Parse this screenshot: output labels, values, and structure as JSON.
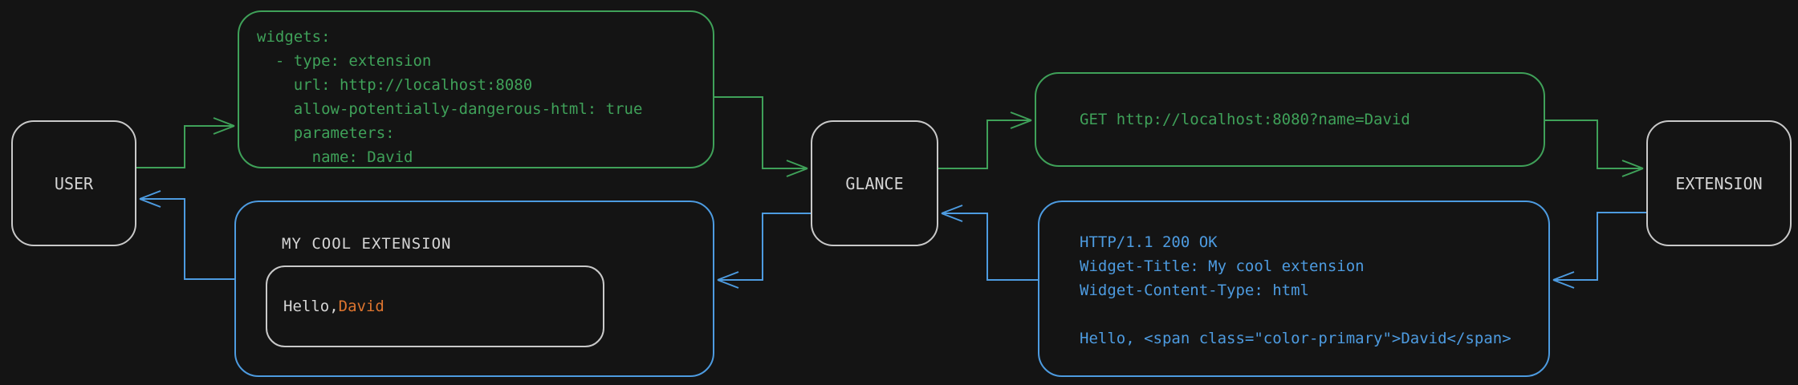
{
  "colors": {
    "background": "#141414",
    "green": "#3FA159",
    "blue": "#4D9BE0",
    "neutral": "#C9C9C9",
    "text": "#D5D5D5",
    "orange": "#DE752F"
  },
  "nodes": {
    "user": {
      "label": "USER"
    },
    "glance": {
      "label": "GLANCE"
    },
    "extension": {
      "label": "EXTENSION"
    }
  },
  "messages": {
    "config": {
      "text": "widgets:\n  - type: extension\n    url: http://localhost:8080\n    allow-potentially-dangerous-html: true\n    parameters:\n      name: David"
    },
    "request": {
      "text": "GET http://localhost:8080?name=David"
    },
    "response": {
      "text": "HTTP/1.1 200 OK\nWidget-Title: My cool extension\nWidget-Content-Type: html\n\nHello, <span class=\"color-primary\">David</span>"
    },
    "preview": {
      "title": "MY COOL EXTENSION",
      "greeting_prefix": "Hello, ",
      "greeting_name": "David"
    }
  }
}
